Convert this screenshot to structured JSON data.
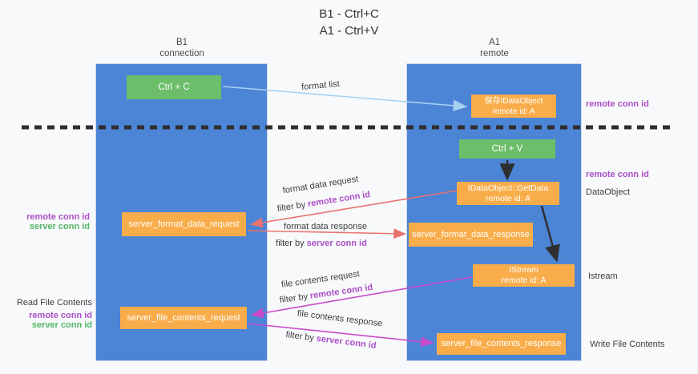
{
  "title": {
    "line1": "B1 - Ctrl+C",
    "line2": "A1 - Ctrl+V"
  },
  "columns": {
    "left": {
      "name": "B1",
      "role": "connection"
    },
    "right": {
      "name": "A1",
      "role": "remote"
    }
  },
  "nodes": {
    "ctrl_c": "Ctrl + C",
    "ctrl_v": "Ctrl + V",
    "save_dataobject": {
      "title": "保存IDataObject",
      "subtitle": "remote id: A"
    },
    "getdata": {
      "title": "IDataObject::GetData",
      "subtitle": "remote id: A"
    },
    "istream": {
      "title": "IStream",
      "subtitle": "remote id: A"
    },
    "server_format_data_request": "server_format_data_request",
    "server_format_data_response": "server_format_data_response",
    "server_file_contents_request": "server_file_contents_request",
    "server_file_contents_response": "server_file_contents_response"
  },
  "arrow_labels": {
    "format_list": "format list",
    "format_data_request": "format data request",
    "format_data_response": "format data response",
    "file_contents_request": "file contents request",
    "file_contents_response": "file contents response",
    "filter_by": "filter by",
    "remote_conn_id": "remote conn id",
    "server_conn_id": "server conn id"
  },
  "side_labels": {
    "left_remote_conn_id": "remote conn id",
    "left_server_conn_id": "server conn id",
    "read_file_contents": "Read File Contents",
    "right_remote_conn_id_top": "remote conn id",
    "right_remote_conn_id_mid": "remote conn id",
    "dataobject": "DataObject",
    "istream": "Istream",
    "write_file_contents": "Write File Contents"
  },
  "colors": {
    "column_blue": "#4c84d6",
    "box_orange": "#f9ad4a",
    "box_green": "#6cbe6a",
    "arrow_light_blue": "#a6d2f2",
    "arrow_black": "#2e2e2e",
    "arrow_salmon": "#e8736f",
    "arrow_magenta": "#ca4bca",
    "text_purple": "#ab4fc8",
    "text_green": "#53b667",
    "dashed_line": "#2e2e2e"
  }
}
